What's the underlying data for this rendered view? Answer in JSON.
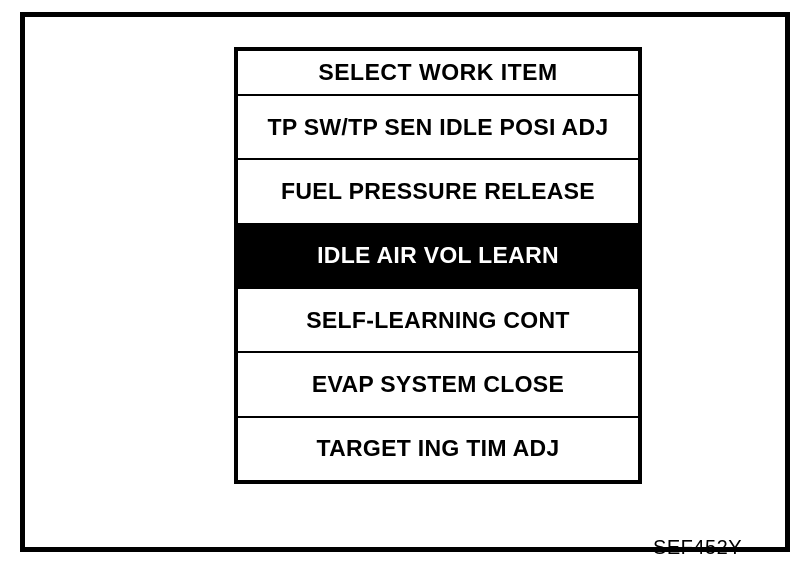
{
  "screen": {
    "title": "SELECT WORK ITEM",
    "items": [
      {
        "label": "TP SW/TP SEN IDLE POSI ADJ",
        "selected": false
      },
      {
        "label": "FUEL PRESSURE RELEASE",
        "selected": false
      },
      {
        "label": "IDLE AIR VOL LEARN",
        "selected": true
      },
      {
        "label": "SELF-LEARNING CONT",
        "selected": false
      },
      {
        "label": "EVAP SYSTEM CLOSE",
        "selected": false
      },
      {
        "label": "TARGET ING TIM ADJ",
        "selected": false
      }
    ]
  },
  "figure": {
    "code": "SEF452Y"
  },
  "colors": {
    "foreground": "#000000",
    "background": "#ffffff",
    "highlight_background": "#000000",
    "highlight_text": "#ffffff"
  }
}
